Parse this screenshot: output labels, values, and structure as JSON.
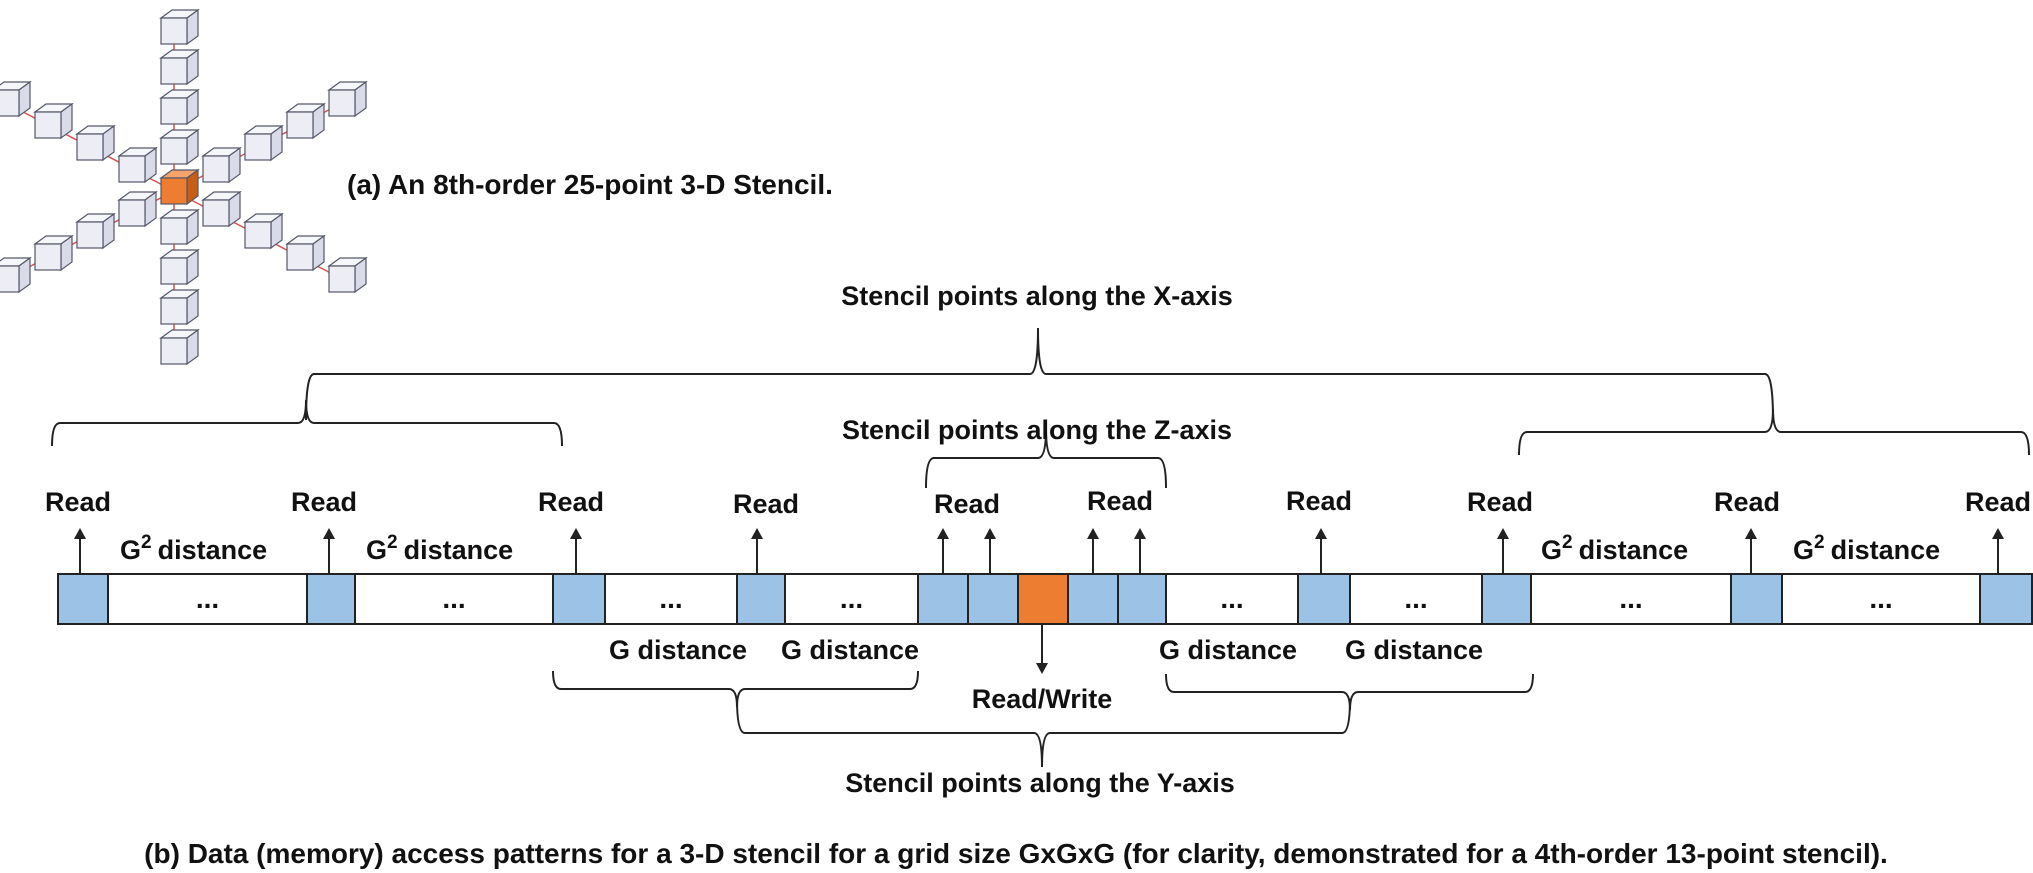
{
  "caption_a": "(a) An 8th-order 25-point 3-D Stencil.",
  "caption_b": "(b) Data (memory) access patterns for a 3-D stencil for a grid size GxGxG (for clarity, demonstrated for a 4th-order 13-point stencil).",
  "brace_labels": {
    "x_axis": "Stencil points along the X-axis",
    "z_axis": "Stencil points along the Z-axis",
    "y_axis": "Stencil points along the Y-axis"
  },
  "access": {
    "read": "Read",
    "read_write": "Read/Write"
  },
  "distances": {
    "g_squared_base": "G",
    "g_squared_exp": "2",
    "g_squared_suffix": "distance",
    "g_distance": "G distance"
  },
  "ellipsis": "...",
  "colors": {
    "read_cell": "#9cc3e5",
    "center_cell": "#ed7d31",
    "cube_face_front": "#ecedf5",
    "cube_face_top": "#f6f7fb",
    "cube_face_side": "#d9dbe8",
    "cube_center": "#ed7d31",
    "connector": "#d9534f",
    "stroke": "#222222"
  }
}
